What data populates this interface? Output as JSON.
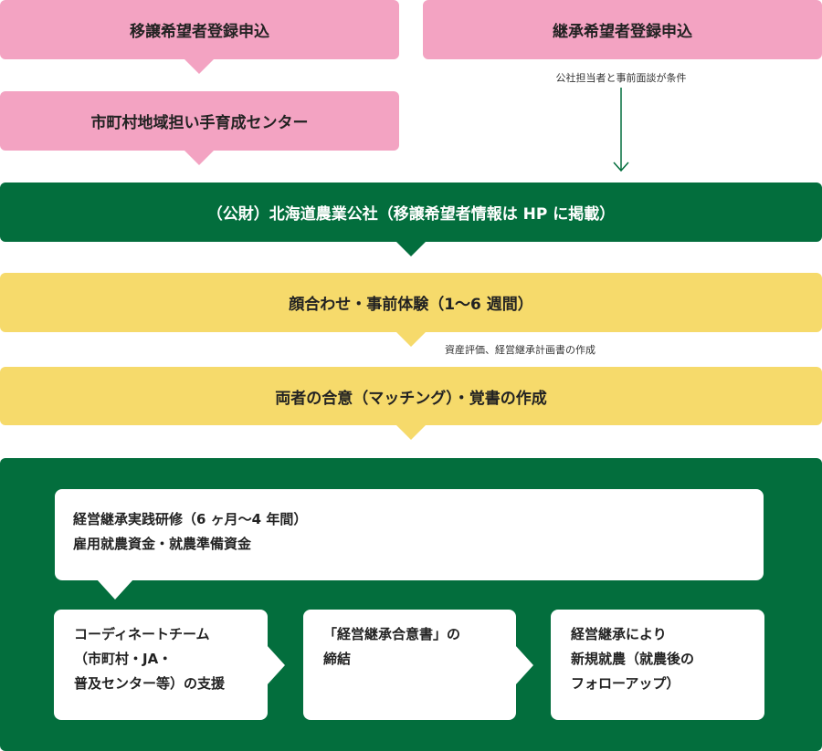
{
  "steps": {
    "transfer_application": "移譲希望者登録申込",
    "succession_application": "継承希望者登録申込",
    "interview_note": "公社担当者と事前面談が条件",
    "local_center": "市町村地域担い手育成センター",
    "public_corp": "（公財）北海道農業公社（移譲希望者情報は HP に掲載）",
    "meeting": "顔合わせ・事前体験（1〜6 週間）",
    "assessment_note": "資産評価、経営継承計画書の作成",
    "agreement": "両者の合意（マッチング）・覚書の作成"
  },
  "final": {
    "training_line1": "経営継承実践研修（6 ヶ月〜4 年間）",
    "training_line2": "雇用就農資金・就農準備資金",
    "coordinate": [
      "コーディネートチーム",
      "（市町村・JA・",
      "普及センター等）の支援"
    ],
    "contract": [
      "「経営継承合意書」の",
      "締結"
    ],
    "new_farming": [
      "経営継承により",
      "新規就農（就農後の",
      "フォローアップ）"
    ]
  },
  "colors": {
    "pink": "#f3a3c2",
    "green": "#036e3d",
    "yellow": "#f6da6b"
  }
}
